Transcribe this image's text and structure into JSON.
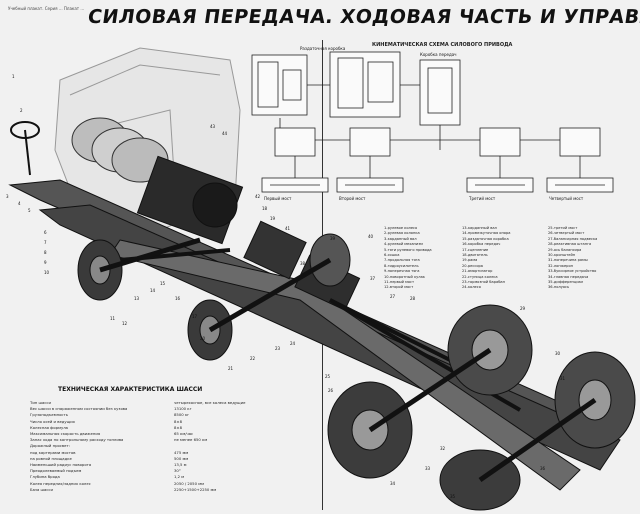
{
  "poster": {
    "top_note": "Учебный плакат. Серия ... Плакат ...",
    "title": "СИЛОВАЯ ПЕРЕДАЧА. ХОДОВАЯ ЧАСТЬ И УПРАВЛЕНИЕ ШАССИ"
  },
  "scheme": {
    "title": "КИНЕМАТИЧЕСКАЯ СХЕМА СИЛОВОГО ПРИВОДА",
    "labels": [
      "Раздаточная коробка",
      "Коробка передач",
      "Первый мост",
      "Второй мост",
      "Третий мост",
      "Четвертый мост"
    ]
  },
  "legend": {
    "col1": [
      "1-рулевое колесо",
      "2-рулевая колонка",
      "3-карданный вал",
      "4-рулевой механизм",
      "5-тяги рулевого привода",
      "6-сошка",
      "7-продольная тяга",
      "8-гидроусилитель",
      "9-поперечная тяга",
      "10-поворотный кулак",
      "11-первый мост",
      "12-второй мост"
    ],
    "col2": [
      "13-карданный вал",
      "14-промежуточная опора",
      "15-раздаточная коробка",
      "16-коробка передач",
      "17-сцепление",
      "18-двигатель",
      "19-рама",
      "20-рессора",
      "21-амортизатор",
      "22-ступица колеса",
      "23-тормозной барабан",
      "24-колесо"
    ],
    "col3": [
      "25-третий мост",
      "26-четвертый мост",
      "27-балансирная подвеска",
      "28-реактивная штанга",
      "29-ось балансира",
      "30-кронштейн",
      "31-поперечина рамы",
      "32-лонжерон",
      "33-буксирное устройство",
      "34-главная передача",
      "35-дифференциал",
      "36-полуось"
    ]
  },
  "specs": {
    "title": "ТЕХНИЧЕСКАЯ ХАРАКТЕРИСТИКА ШАССИ",
    "rows": [
      {
        "k": "Тип шасси",
        "v": "четырехосное, все колеса ведущие"
      },
      {
        "k": "Вес шасси в снаряженном состоянии без кузова",
        "v": "13100 кг"
      },
      {
        "k": "Грузоподъемность",
        "v": "8500 кг"
      },
      {
        "k": "Число осей и ведущих",
        "v": "8×8"
      },
      {
        "k": "Колесная формула",
        "v": "8×8"
      },
      {
        "k": "Максимальная скорость движения",
        "v": "65 км/час"
      },
      {
        "k": "Запас хода по контрольному расходу топлива",
        "v": "не менее 650 км"
      },
      {
        "k": "Дорожный просвет:",
        "v": ""
      },
      {
        "k": "  под картерами мостов",
        "v": "475 мм"
      },
      {
        "k": "  на ровной площадке",
        "v": "500 мм"
      },
      {
        "k": "Наименьший радиус поворота",
        "v": "13,5 м"
      },
      {
        "k": "Преодолеваемый подъем",
        "v": "30°"
      },
      {
        "k": "Глубина брода",
        "v": "1,2 м"
      },
      {
        "k": "Колея передних/задних колес",
        "v": "2050 / 2050 мм"
      },
      {
        "k": "База шасси",
        "v": "2250+1500+2250 мм"
      }
    ]
  },
  "callouts": [
    "1",
    "2",
    "3",
    "4",
    "5",
    "6",
    "7",
    "8",
    "9",
    "10",
    "11",
    "12",
    "13",
    "14",
    "15",
    "16",
    "17",
    "18",
    "19",
    "20",
    "21",
    "22",
    "23",
    "24",
    "25",
    "26",
    "27",
    "28",
    "29",
    "30",
    "31",
    "32",
    "33",
    "34",
    "35",
    "36",
    "37",
    "38",
    "39",
    "40",
    "41",
    "42",
    "43",
    "44"
  ]
}
